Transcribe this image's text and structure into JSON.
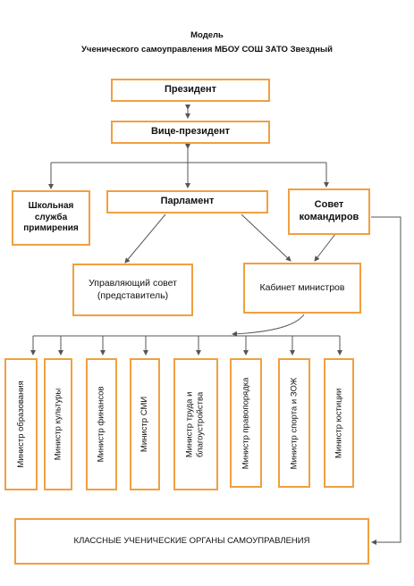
{
  "header": {
    "line1": "Модель",
    "line2": "Ученического самоуправления МБОУ СОШ ЗАТО Звездный"
  },
  "nodes": {
    "president": "Президент",
    "vice_president": "Вице-президент",
    "school_service_l1": "Школьная",
    "school_service_l2": "служба",
    "school_service_l3": "примирения",
    "parliament": "Парламент",
    "council_l1": "Совет",
    "council_l2": "командиров",
    "governing_council_l1": "Управляющий совет",
    "governing_council_l2": "(представитель)",
    "cabinet": "Кабинет министров",
    "class_bodies": "КЛАССНЫЕ УЧЕНИЧЕСКИЕ ОРГАНЫ САМОУПРАВЛЕНИЯ"
  },
  "ministers": [
    {
      "l1": "Министр образования",
      "l2": ""
    },
    {
      "l1": "Министр культуры",
      "l2": ""
    },
    {
      "l1": "Министр финансов",
      "l2": ""
    },
    {
      "l1": "Министр СМИ",
      "l2": ""
    },
    {
      "l1": "Министр труда и",
      "l2": "благоустройства"
    },
    {
      "l1": "Министр правопорядка",
      "l2": ""
    },
    {
      "l1": "Министр спорта и ЗОЖ",
      "l2": ""
    },
    {
      "l1": "Министр юстиции",
      "l2": ""
    }
  ],
  "colors": {
    "box_border": "#f0a040",
    "line": "#555555"
  }
}
